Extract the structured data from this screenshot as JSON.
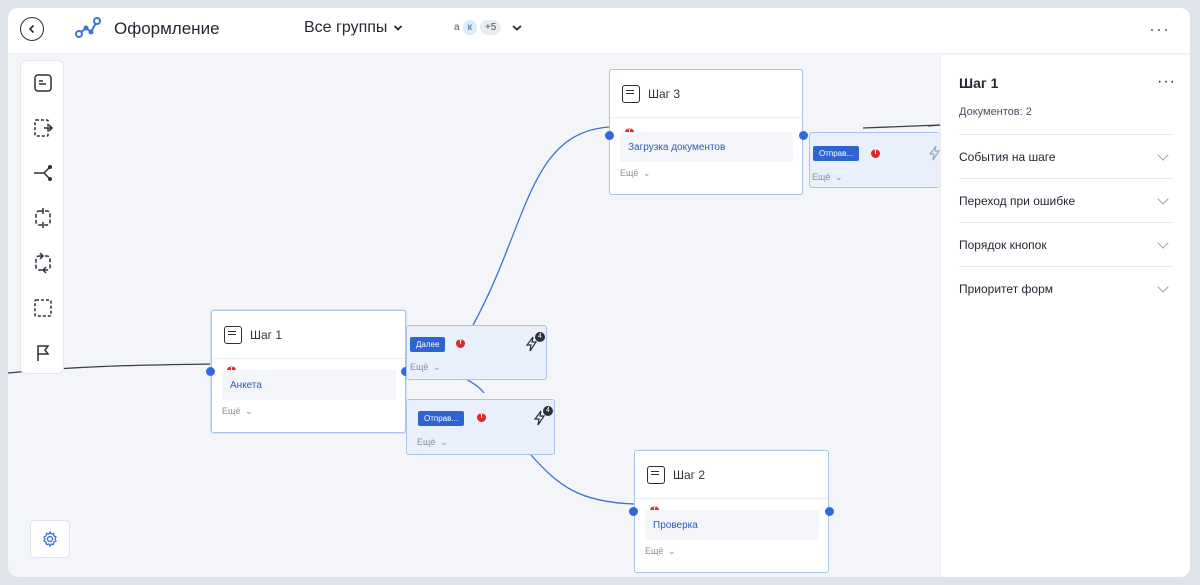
{
  "header": {
    "title": "Оформление",
    "groups_label": "Все группы",
    "users": {
      "first": "а",
      "second": "к",
      "more": "+5"
    },
    "more_label": "···"
  },
  "toolbar": {
    "tools": [
      "step-icon",
      "transition-icon",
      "branch-icon",
      "loop-icon",
      "cycle-icon",
      "select-area-icon",
      "flag-icon"
    ]
  },
  "nodes": {
    "step1": {
      "title": "Шаг 1",
      "form": "Анкета",
      "more": "Ещё"
    },
    "step2": {
      "title": "Шаг 2",
      "form": "Проверка",
      "more": "Ещё"
    },
    "step3": {
      "title": "Шаг 3",
      "form": "Загрузка документов",
      "more": "Ещё"
    }
  },
  "actions": {
    "next": {
      "button": "Далее",
      "more": "Ещё",
      "badge": "4"
    },
    "send1": {
      "button": "Отправ...",
      "more": "Ещё",
      "badge": "4"
    },
    "send3": {
      "button": "Отправ...",
      "more": "Ещё"
    }
  },
  "error_marker": "T",
  "panel": {
    "title": "Шаг 1",
    "more_label": "···",
    "docs": "Документов: 2",
    "sections": [
      "События на шаге",
      "Переход при ошибке",
      "Порядок кнопок",
      "Приоритет форм"
    ]
  },
  "colors": {
    "accent": "#2e6bd8",
    "error": "#e02828",
    "node_border": "#a9c3ea",
    "action_bg": "#eaf0fb"
  }
}
